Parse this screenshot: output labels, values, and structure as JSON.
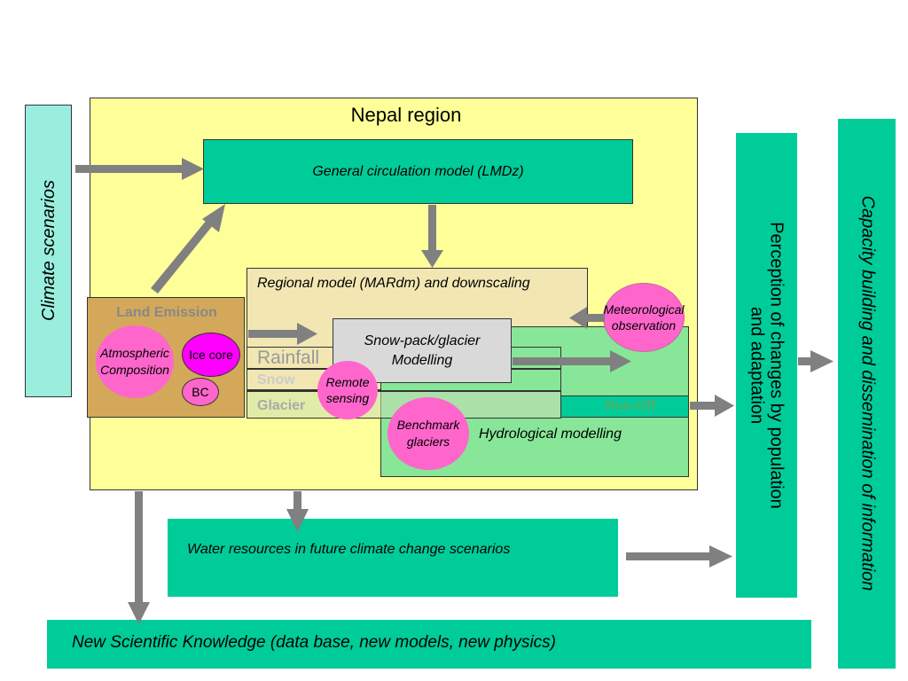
{
  "region_title": "Nepal region",
  "climate_scenarios": "Climate scenarios",
  "gcm": "General circulation model (LMDz)",
  "regional_model": "Regional model (MARdm) and downscaling",
  "snowpack_line1": "Snow-pack/glacier",
  "snowpack_line2": "Modelling",
  "rainfall": "Rainfall",
  "snow": "Snow",
  "glacier": "Glacier",
  "runoff": "Run-Off",
  "hydrological": "Hydrological  modelling",
  "land_emission": "Land Emission",
  "atmospheric_line1": "Atmospheric",
  "atmospheric_line2": "Composition",
  "ice_core": "Ice core",
  "bc": "BC",
  "remote_line1": "Remote",
  "remote_line2": "sensing",
  "benchmark_line1": "Benchmark",
  "benchmark_line2": "glaciers",
  "meteo_line1": "Meteorological",
  "meteo_line2": "observation",
  "water_resources": "Water resources in future climate change scenarios",
  "new_knowledge": "New Scientific Knowledge (data base, new models, new physics)",
  "perception_line1": "Perception of changes by population",
  "perception_line2": "and adaptation",
  "capacity": "Capacity building and dissemination of information",
  "colors": {
    "region_bg": "#ffff99",
    "box_green": "#00cc99",
    "hydro_green": "#88e699",
    "climate_box": "#99eedd",
    "land_emission_bg": "#d4a85a",
    "pink": "#ff66cc",
    "magenta": "#ff00ff",
    "arrow_gray": "#808080"
  }
}
